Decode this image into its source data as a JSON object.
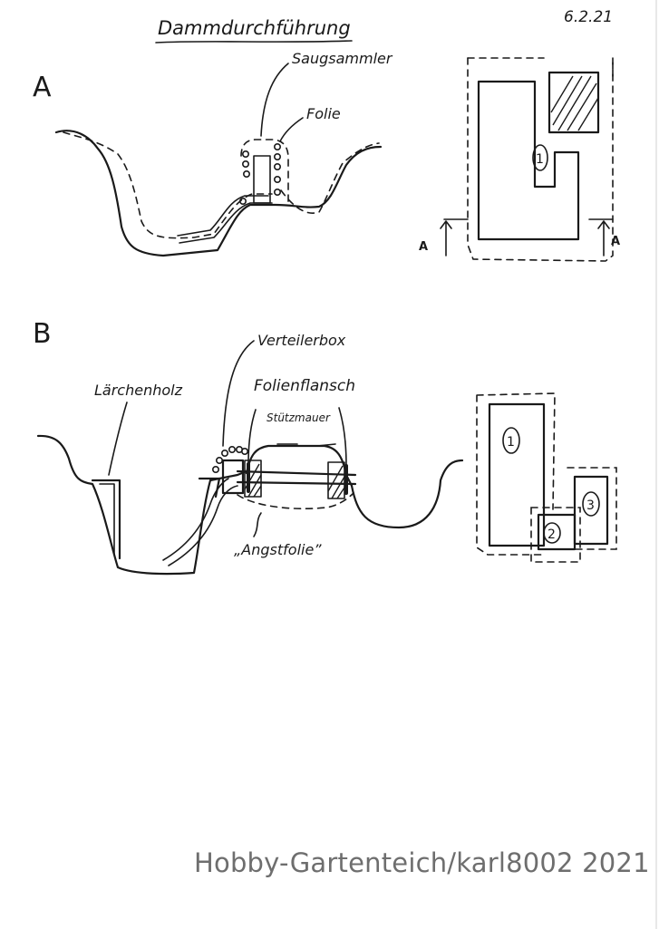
{
  "title": "Dammdurchführung",
  "date": "6.2.21",
  "section_a": {
    "label": "A",
    "labels": {
      "collector": "Saugsammler",
      "liner": "Folie"
    },
    "plan": {
      "zone_number": "1",
      "cut_marker_left": "A",
      "cut_marker_right": "A"
    }
  },
  "section_b": {
    "label": "B",
    "labels": {
      "distribution_box": "Verteilerbox",
      "larch_wood": "Lärchenholz",
      "liner_flange": "Folienflansch",
      "retaining_wall": "Stützmauer",
      "fear_liner": "„Angstfolie”"
    },
    "plan": {
      "zone_1": "1",
      "zone_2": "2",
      "zone_3": "3"
    }
  },
  "watermark": "Hobby-Gartenteich/karl8002 2021"
}
